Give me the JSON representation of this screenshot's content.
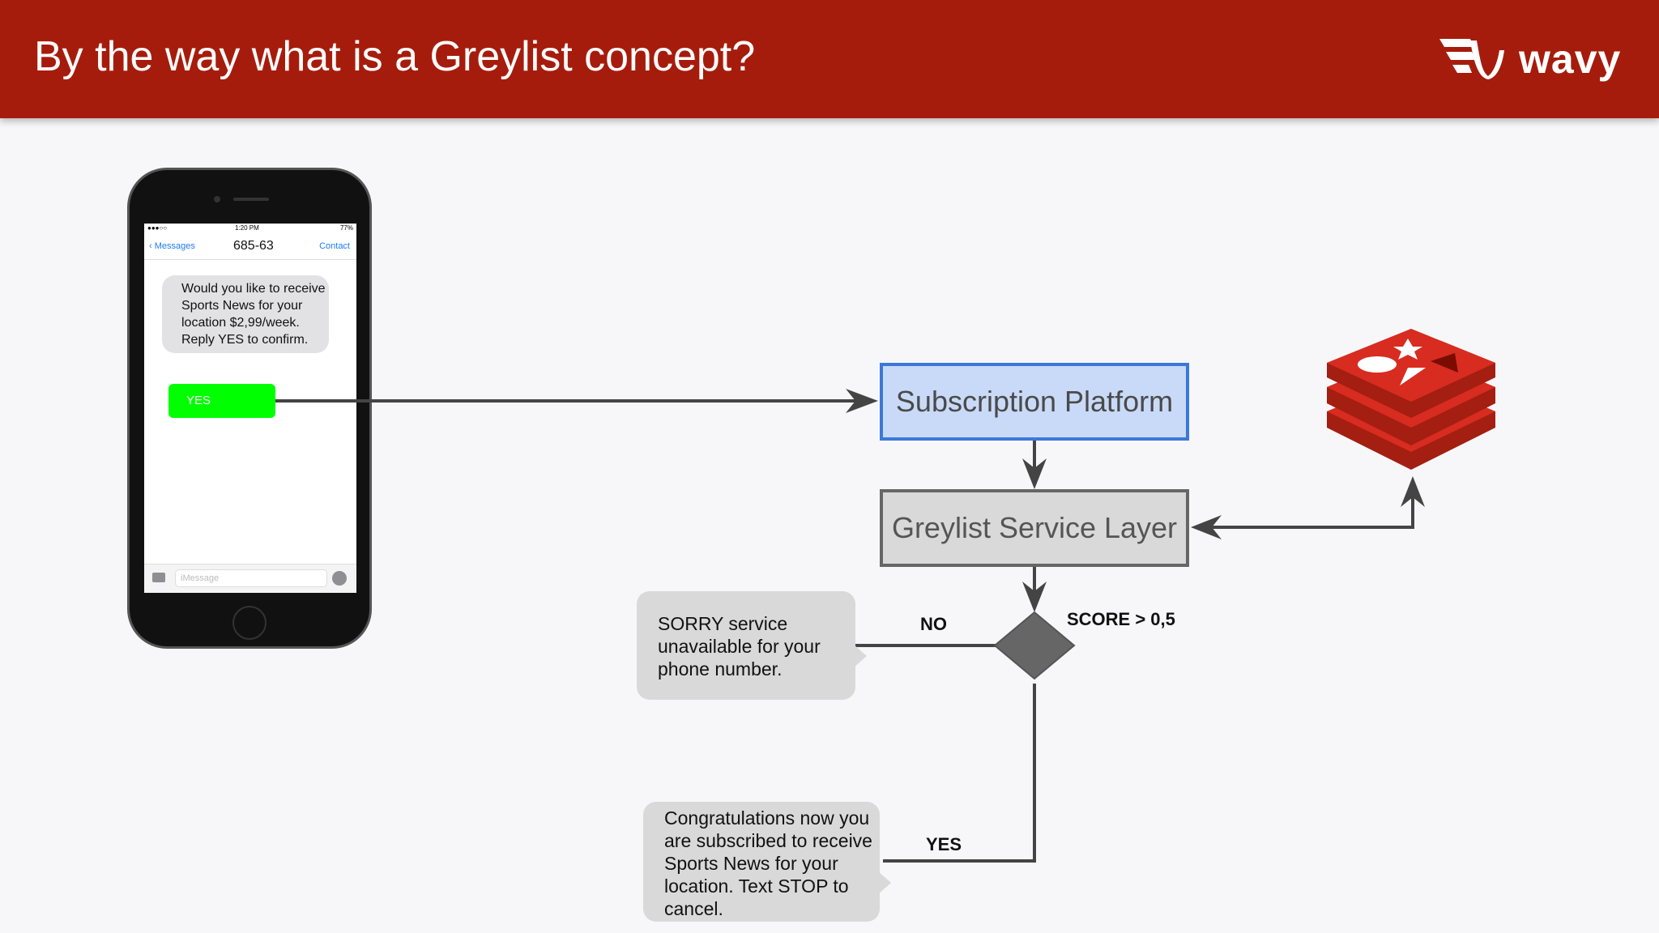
{
  "header": {
    "title": "By the way what is a Greylist concept?",
    "logo_text": "wavy",
    "background_color": "#a61c0c"
  },
  "phone": {
    "status": {
      "carrier": "●●●○○",
      "time": "1:20 PM",
      "battery": "77%"
    },
    "nav": {
      "back_label": "Messages",
      "contact_number": "685-63",
      "contact_label": "Contact"
    },
    "incoming_message": "Would you like to receive Sports News for your location $2,99/week. Reply YES to confirm.",
    "reply": "YES",
    "input_placeholder": "iMessage"
  },
  "flow": {
    "subscription_platform": "Subscription Platform",
    "greylist_service_layer": "Greylist Service Layer",
    "decision": {
      "no_label": "NO",
      "yes_label": "YES",
      "score_label": "SCORE  > 0,5"
    },
    "sorry_message": "SORRY service unavailable for your phone number.",
    "congrats_message": "Congratulations now you are subscribed to receive Sports News for your location. Text STOP to cancel.",
    "cache_icon": "redis-icon"
  },
  "colors": {
    "subscription_fill": "#c9daf8",
    "subscription_border": "#3c78d8",
    "greylist_fill": "#d9d9d9",
    "greylist_border": "#666666",
    "reply_bubble": "#00ff00",
    "redis_red": "#d82c20"
  }
}
